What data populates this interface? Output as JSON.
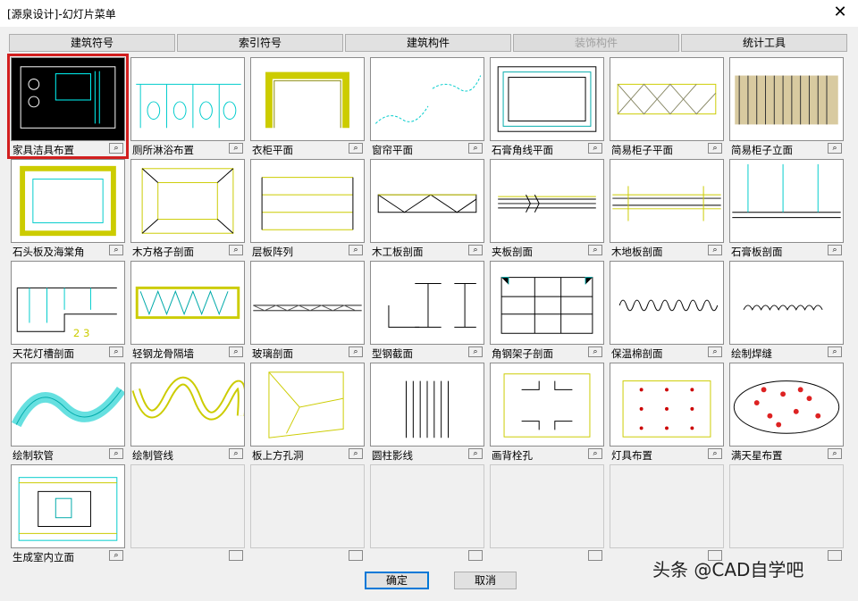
{
  "window": {
    "title": "[源泉设计]-幻灯片菜单",
    "close_glyph": "✕"
  },
  "tabs": [
    {
      "label": "建筑符号",
      "disabled": false
    },
    {
      "label": "索引符号",
      "disabled": false
    },
    {
      "label": "建筑构件",
      "disabled": false
    },
    {
      "label": "装饰构件",
      "disabled": true
    },
    {
      "label": "统计工具",
      "disabled": false
    }
  ],
  "grid": {
    "selected": "家具洁具布置",
    "items": [
      "家具洁具布置",
      "厕所淋浴布置",
      "衣柜平面",
      "窗帘平面",
      "石膏角线平面",
      "简易柜子平面",
      "简易柜子立面",
      "石头板及海棠角",
      "木方格子剖面",
      "层板阵列",
      "木工板剖面",
      "夹板剖面",
      "木地板剖面",
      "石膏板剖面",
      "天花灯槽剖面",
      "轻钢龙骨隔墙",
      "玻璃剖面",
      "型钢截面",
      "角钢架子剖面",
      "保温棉剖面",
      "绘制焊缝",
      "绘制软管",
      "绘制管线",
      "板上方孔洞",
      "圆柱影线",
      "画背栓孔",
      "灯具布置",
      "满天星布置",
      "生成室内立面"
    ],
    "item_badge": "⌕",
    "empty_count": 6
  },
  "buttons": {
    "ok": "确定",
    "cancel": "取消"
  },
  "watermark": "头条 @CAD自学吧"
}
